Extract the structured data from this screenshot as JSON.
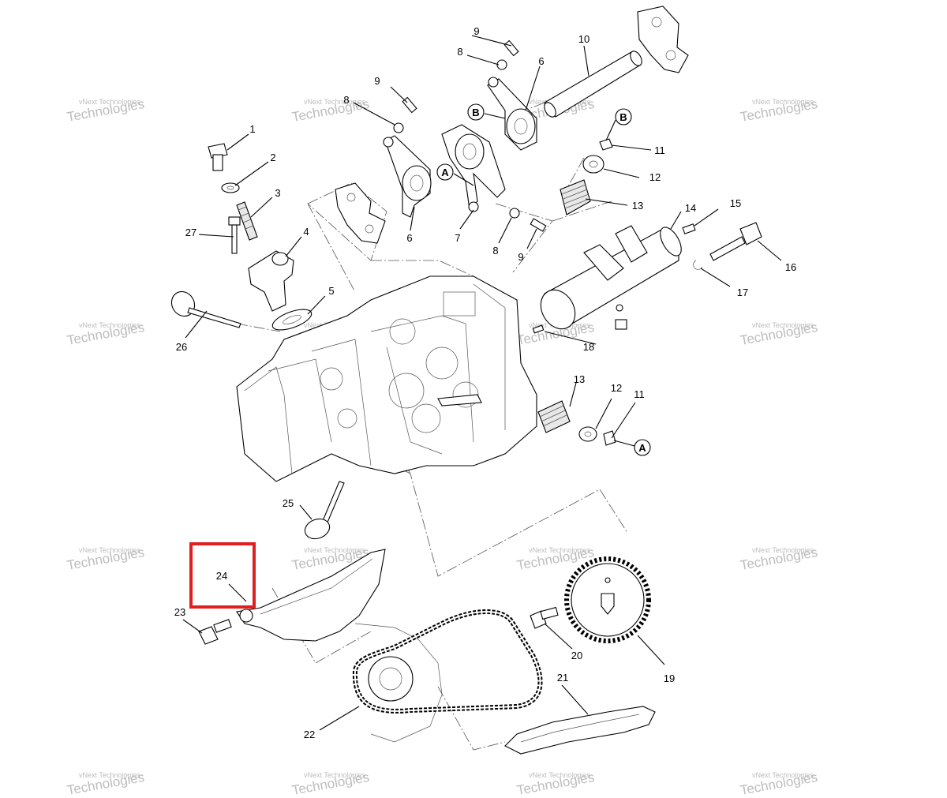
{
  "labels": {
    "l1": "1",
    "l2": "2",
    "l3": "3",
    "l4": "4",
    "l5": "5",
    "l6a": "6",
    "l6b": "6",
    "l7": "7",
    "l8a": "8",
    "l8b": "8",
    "l8c": "8",
    "l9a": "9",
    "l9b": "9",
    "l9c": "9",
    "l10": "10",
    "l11a": "11",
    "l11b": "11",
    "l12a": "12",
    "l12b": "12",
    "l13a": "13",
    "l13b": "13",
    "l14": "14",
    "l15": "15",
    "l16": "16",
    "l17": "17",
    "l18": "18",
    "l19": "19",
    "l20": "20",
    "l21": "21",
    "l22": "22",
    "l23": "23",
    "l24": "24",
    "l25": "25",
    "l26": "26",
    "l27": "27"
  },
  "reference_marks": {
    "A": "A",
    "B": "B"
  },
  "watermark": {
    "line1": "vNext Technologies",
    "line2": "Technologies"
  },
  "highlight": {
    "part": "24",
    "color": "#e02020"
  }
}
